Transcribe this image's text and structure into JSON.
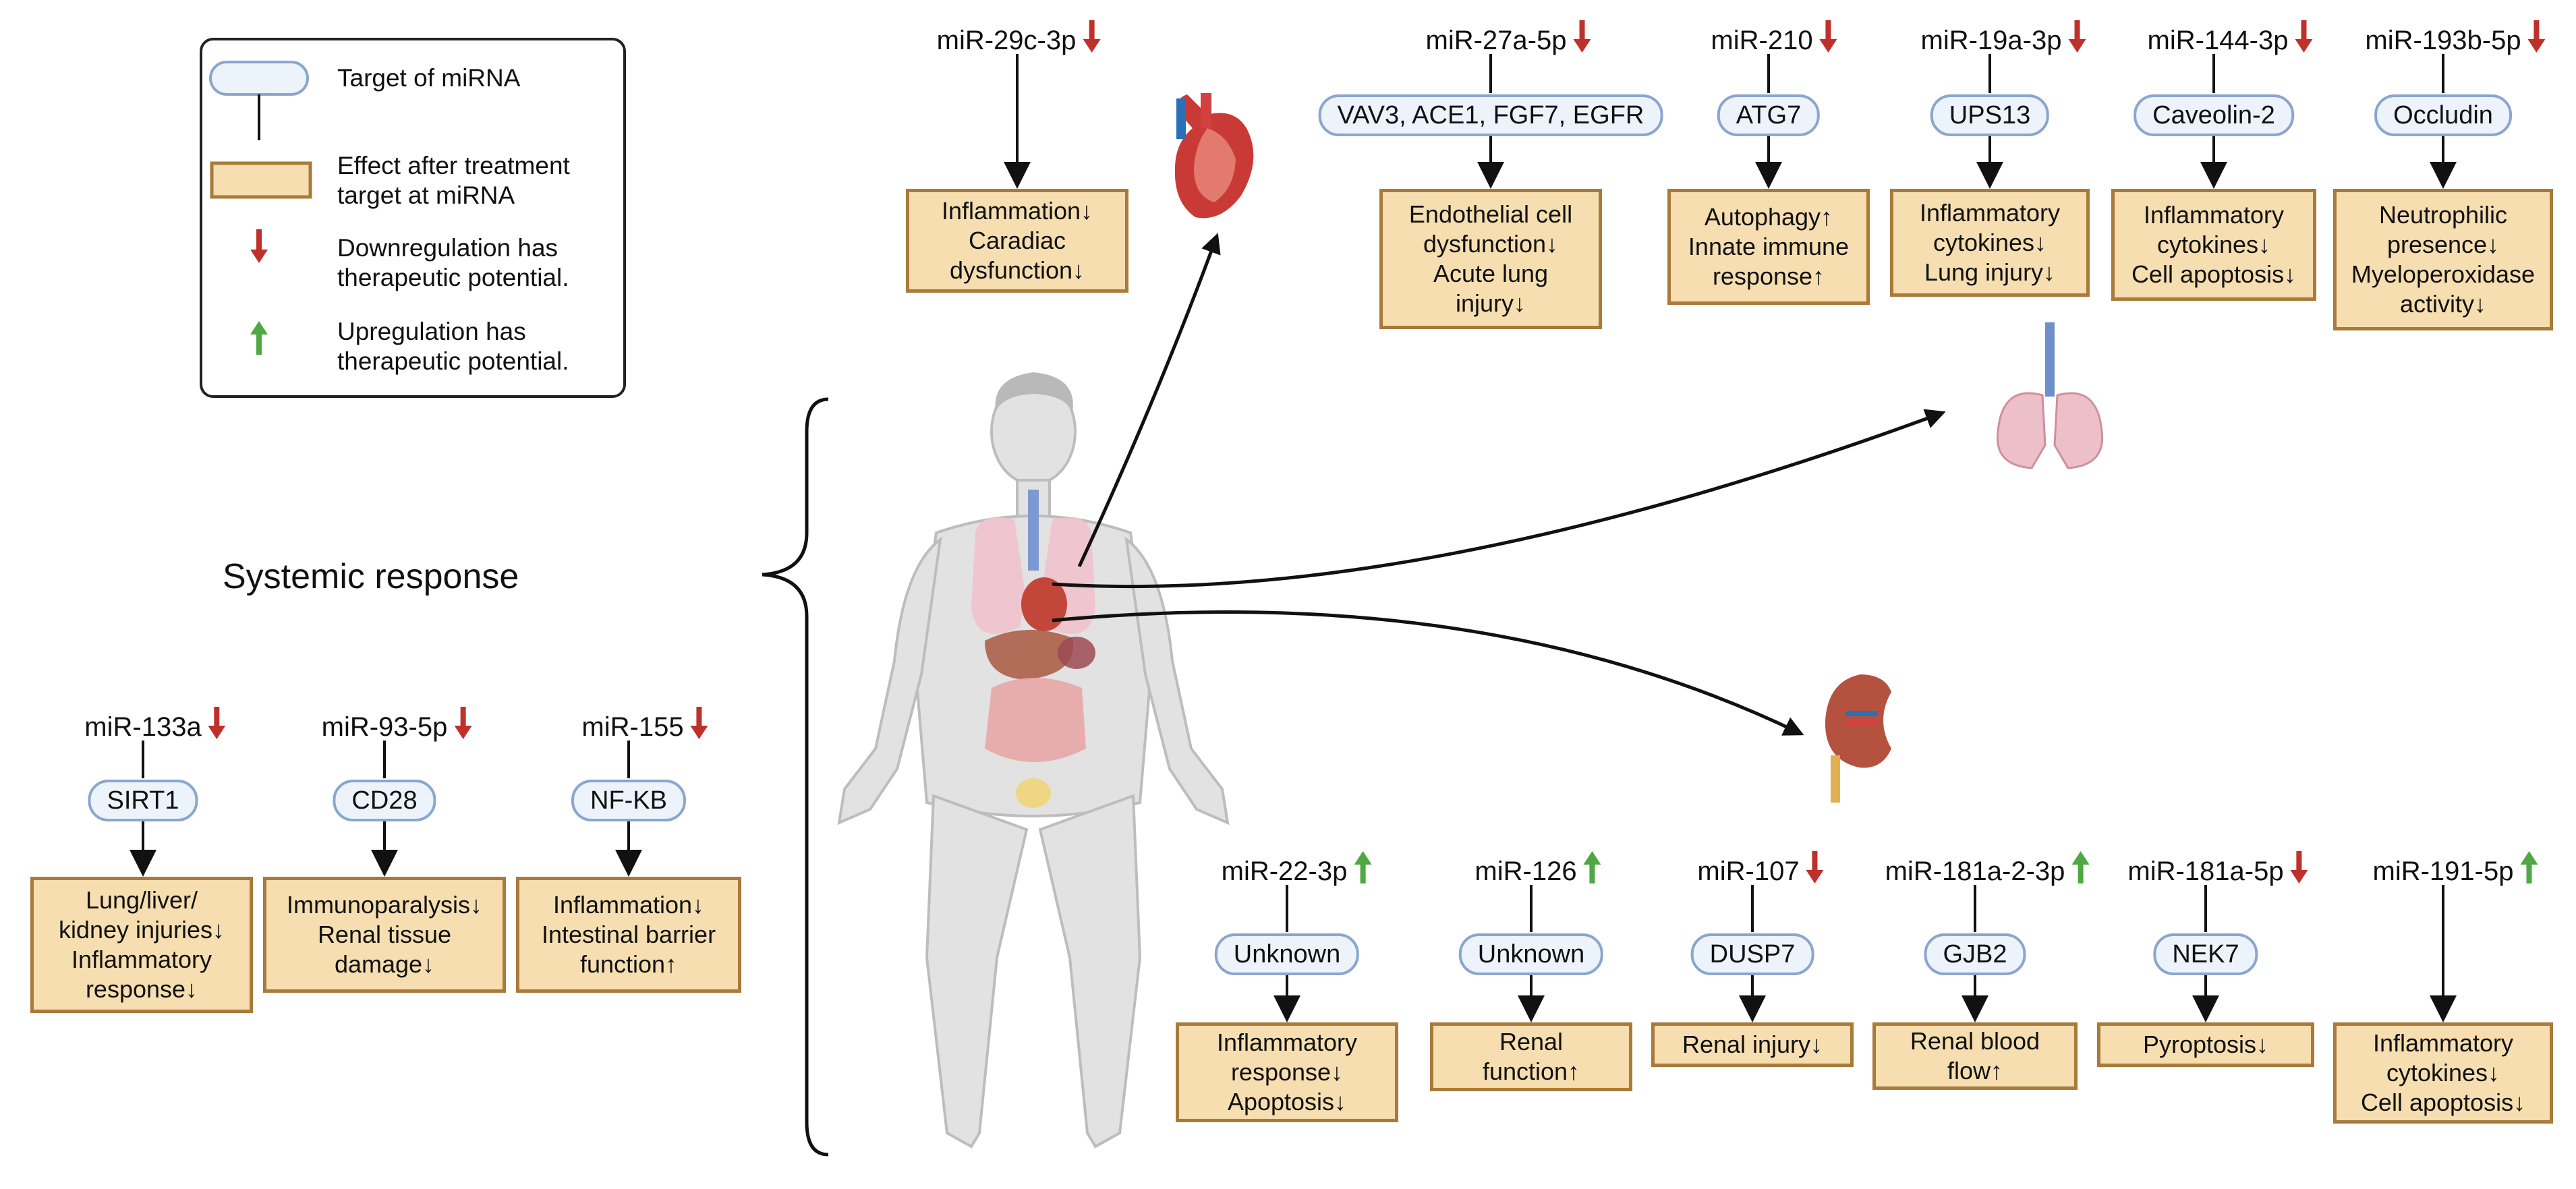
{
  "legend": {
    "target_label": "Target of miRNA",
    "effect_label": "Effect after treatment\ntarget at miRNA",
    "down_label": "Downregulation has\ntherapeutic potential.",
    "up_label": "Upregulation has\ntherapeutic potential."
  },
  "systemic_label": "Systemic response",
  "colors": {
    "down_arrow": "#c0302b",
    "up_arrow": "#4ea843",
    "target_fill": "#edf3fb",
    "target_border": "#8aa6cf",
    "effect_fill": "#f6deb0",
    "effect_border": "#a97a3a"
  },
  "heart": {
    "mirna": "miR-29c-3p",
    "direction": "down",
    "effect": "Inflammation↓\nCaradiac\ndysfunction↓"
  },
  "lung": [
    {
      "mirna": "miR-27a-5p",
      "direction": "down",
      "target": "VAV3, ACE1, FGF7, EGFR",
      "effect": "Endothelial cell\ndysfunction↓\nAcute lung\ninjury↓"
    },
    {
      "mirna": "miR-210",
      "direction": "down",
      "target": "ATG7",
      "effect": "Autophagy↑\nInnate immune\nresponse↑"
    },
    {
      "mirna": "miR-19a-3p",
      "direction": "down",
      "target": "UPS13",
      "effect": "Inflammatory\ncytokines↓\nLung injury↓"
    },
    {
      "mirna": "miR-144-3p",
      "direction": "down",
      "target": "Caveolin-2",
      "effect": "Inflammatory\ncytokines↓\nCell apoptosis↓"
    },
    {
      "mirna": "miR-193b-5p",
      "direction": "down",
      "target": "Occludin",
      "effect": "Neutrophilic\npresence↓\nMyeloperoxidase\nactivity↓"
    }
  ],
  "systemic": [
    {
      "mirna": "miR-133a",
      "direction": "down",
      "target": "SIRT1",
      "effect": "Lung/liver/\nkidney injuries↓\nInflammatory\nresponse↓"
    },
    {
      "mirna": "miR-93-5p",
      "direction": "down",
      "target": "CD28",
      "effect": "Immunoparalysis↓\nRenal tissue\ndamage↓"
    },
    {
      "mirna": "miR-155",
      "direction": "down",
      "target": "NF-KB",
      "effect": "Inflammation↓\nIntestinal barrier\nfunction↑"
    }
  ],
  "kidney": [
    {
      "mirna": "miR-22-3p",
      "direction": "up",
      "target": "Unknown",
      "effect": "Inflammatory\nresponse↓\nApoptosis↓"
    },
    {
      "mirna": "miR-126",
      "direction": "up",
      "target": "Unknown",
      "effect": "Renal\nfunction↑"
    },
    {
      "mirna": "miR-107",
      "direction": "down",
      "target": "DUSP7",
      "effect": "Renal injury↓"
    },
    {
      "mirna": "miR-181a-2-3p",
      "direction": "up",
      "target": "GJB2",
      "effect": "Renal blood\nflow↑"
    },
    {
      "mirna": "miR-181a-5p",
      "direction": "down",
      "target": "NEK7",
      "effect": "Pyroptosis↓"
    },
    {
      "mirna": "miR-191-5p",
      "direction": "up",
      "target": "",
      "effect": "Inflammatory\ncytokines↓\nCell apoptosis↓"
    }
  ]
}
